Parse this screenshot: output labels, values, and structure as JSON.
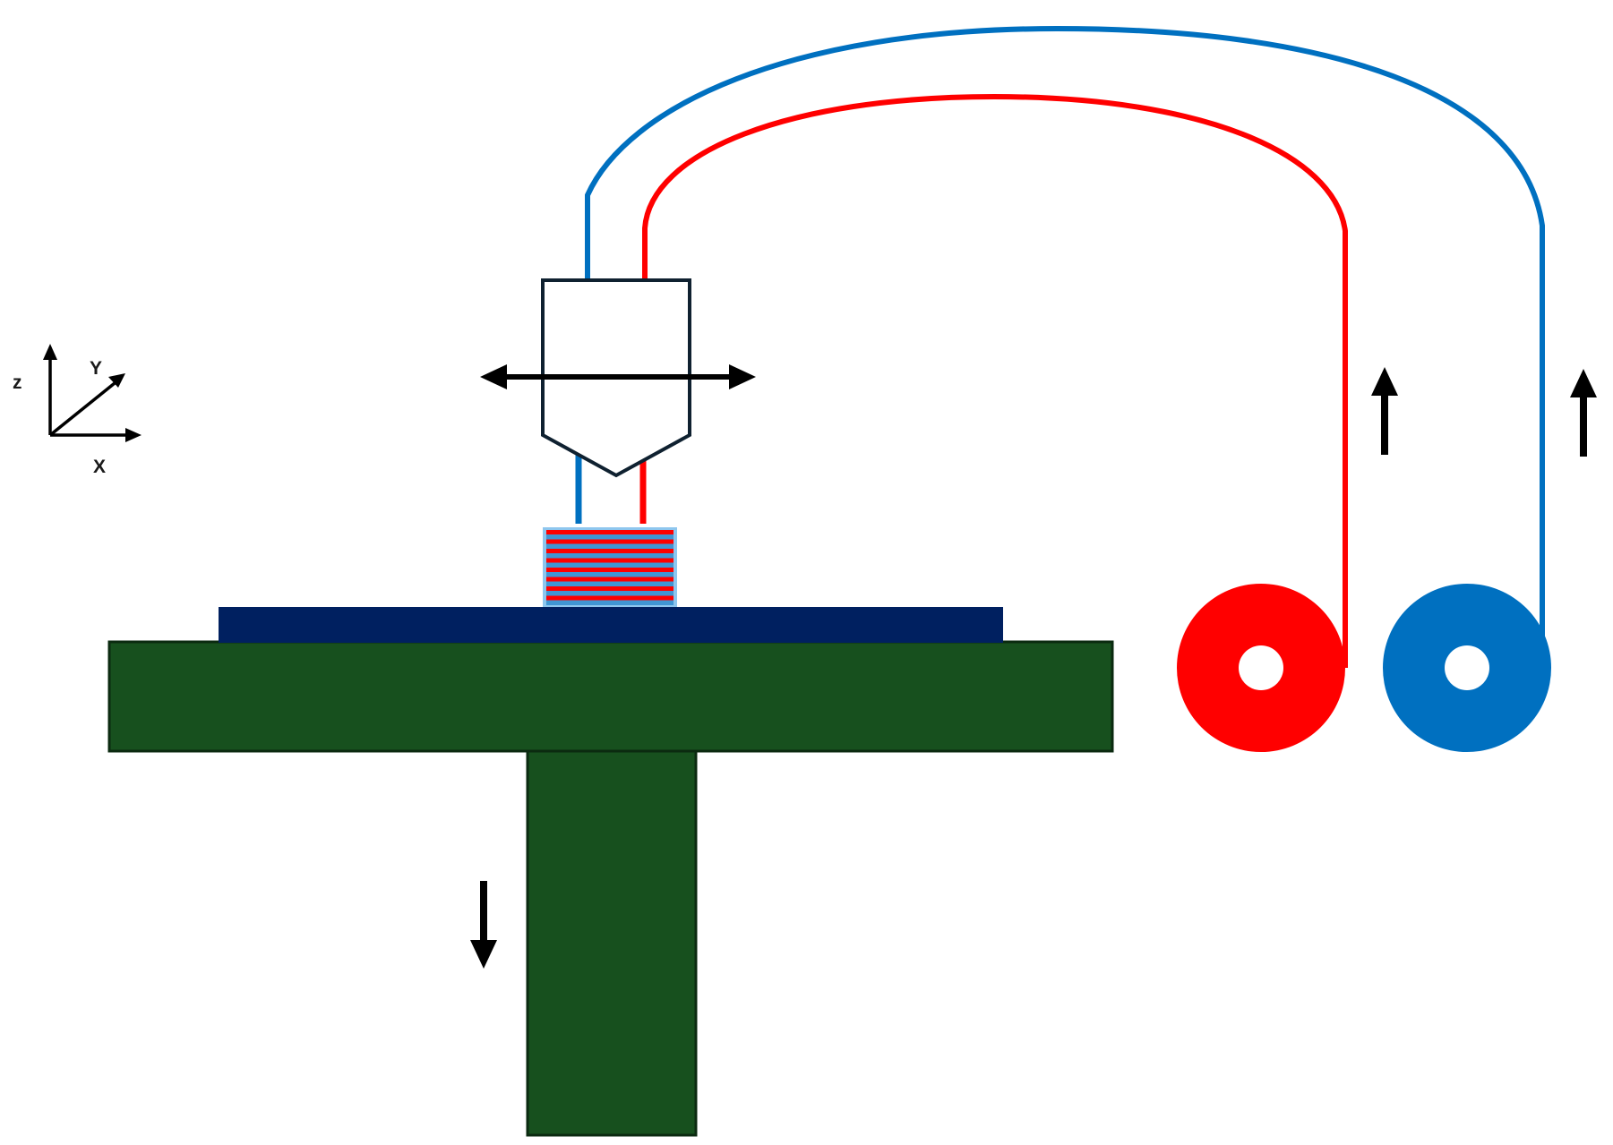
{
  "colors": {
    "background": "#ffffff",
    "filament_a": "#0070c0",
    "filament_b": "#ff0000",
    "build_plate": "#002060",
    "platform": "#17501e",
    "platform_outline": "#0b2a10",
    "print_head_outline": "#0f2130",
    "arrow": "#000000",
    "part_light_stripe": "#8ec6ee"
  },
  "axes": {
    "z_label": "z",
    "y_label": "Y",
    "x_label": "X"
  },
  "components": {
    "print_head": "dual-nozzle-extruder",
    "build_plate": "build-plate",
    "platform": "z-stage-platform",
    "printed_part": "layered-part",
    "spool_a": "red-filament-spool",
    "spool_b": "blue-filament-spool"
  },
  "motions": {
    "print_head": "horizontal-bidirectional",
    "platform": "down",
    "filament_feed": "up"
  },
  "printed_part": {
    "layer_pairs": 8
  }
}
